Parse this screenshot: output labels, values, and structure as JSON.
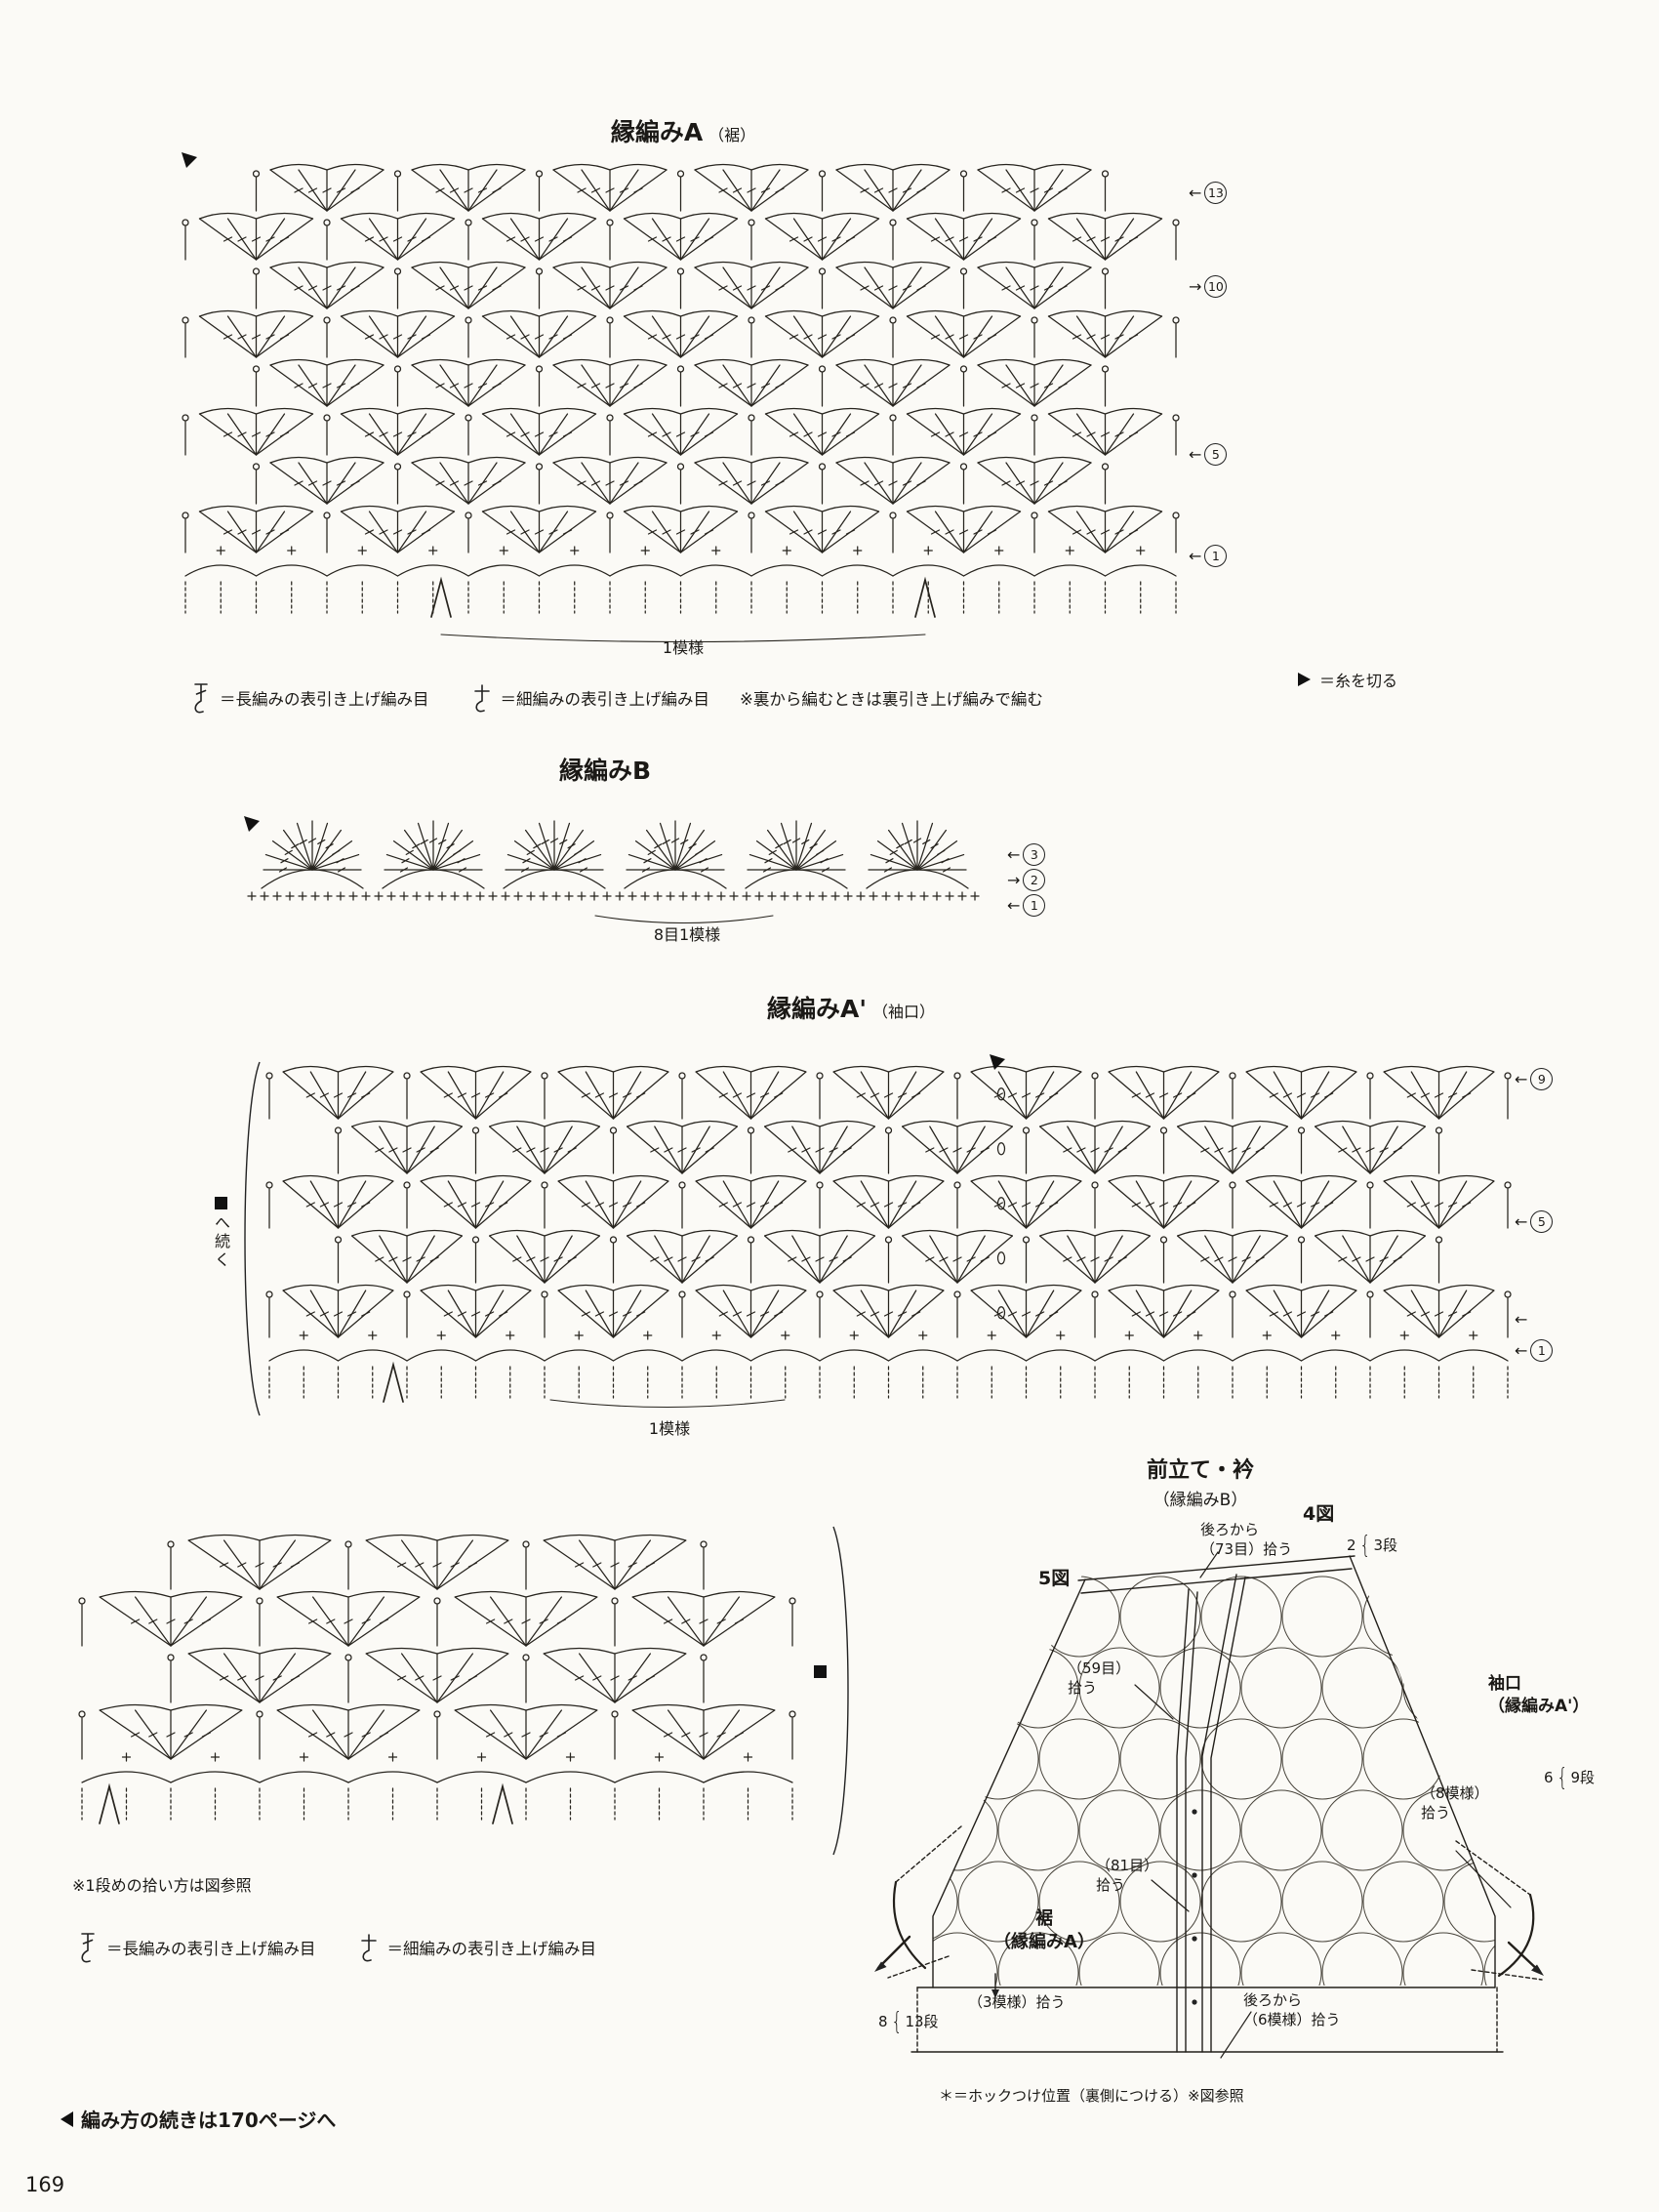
{
  "page": {
    "number": "169",
    "continue_text": "編み方の続きは170ページへ"
  },
  "edging_a": {
    "title": "縁編みA",
    "subtitle": "（裾）",
    "pattern_label": "1模様",
    "markers": [
      {
        "arrow": "←",
        "row": "13"
      },
      {
        "arrow": "→",
        "row": "10"
      },
      {
        "arrow": "←",
        "row": "5"
      },
      {
        "arrow": "←",
        "row": "1"
      }
    ],
    "legend_treble": "＝長編みの表引き上げ編み目",
    "legend_single": "＝細編みの表引き上げ編み目",
    "legend_note": "※裏から編むときは裏引き上げ編みで編む",
    "cut_note": "＝糸を切る"
  },
  "edging_b": {
    "title": "縁編みB",
    "pattern_label": "8目1模様",
    "markers": [
      {
        "arrow": "←",
        "row": "3"
      },
      {
        "arrow": "→",
        "row": "2"
      },
      {
        "arrow": "←",
        "row": "1"
      }
    ]
  },
  "edging_a2": {
    "title": "縁編みA'",
    "subtitle": "（袖口）",
    "pattern_label": "1模様",
    "continue_text": "へ続く",
    "markers": [
      {
        "arrow": "←",
        "row": "9"
      },
      {
        "arrow": "←",
        "row": "5"
      },
      {
        "arrow": "←",
        "row": ""
      },
      {
        "arrow": "←",
        "row": "1"
      }
    ]
  },
  "partial": {
    "note": "※1段めの拾い方は図参照",
    "legend_treble": "＝長編みの表引き上げ編み目",
    "legend_single": "＝細編みの表引き上げ編み目"
  },
  "schematic": {
    "title": "前立て・衿",
    "subtitle": "（縁編みB）",
    "fig4": "4図",
    "fig5": "5図",
    "pickup_back_73": "後ろから\n（73目）拾う",
    "pickup_59": "（59目）\n拾う",
    "pickup_81": "（81目）\n拾う",
    "pickup_8": "（8模様）\n拾う",
    "pickup_3": "（3模様）拾う",
    "pickup_back_6": "後ろから\n（6模様）拾う",
    "cuff_label": "袖口\n（縁編みA'）",
    "hem_label": "裾\n（縁編みA）",
    "dim_collar": {
      "num": "2",
      "rows": "3段"
    },
    "dim_cuff": {
      "num": "6",
      "rows": "9段"
    },
    "dim_hem": {
      "num": "8",
      "rows": "13段"
    },
    "footnote": "＊＝ホックつけ位置（裏側につける）※図参照"
  }
}
